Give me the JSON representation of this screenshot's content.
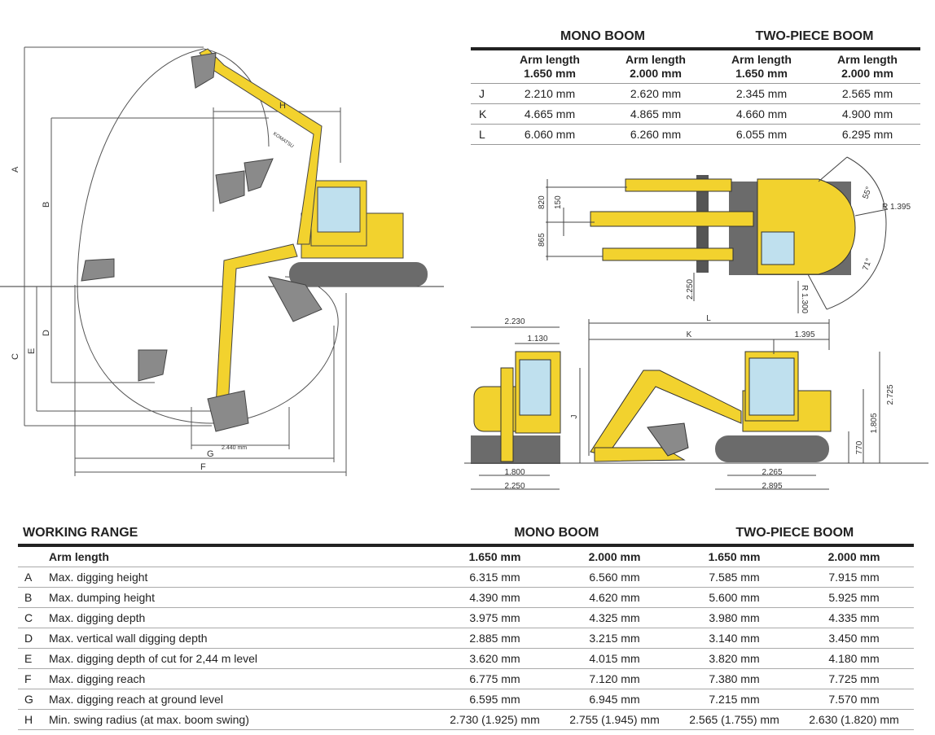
{
  "dimension_table": {
    "groups": [
      "MONO BOOM",
      "TWO-PIECE BOOM"
    ],
    "headers": [
      {
        "line1": "Arm length",
        "line2": "1.650 mm"
      },
      {
        "line1": "Arm length",
        "line2": "2.000 mm"
      },
      {
        "line1": "Arm length",
        "line2": "1.650 mm"
      },
      {
        "line1": "Arm length",
        "line2": "2.000 mm"
      }
    ],
    "rows": [
      {
        "letter": "J",
        "values": [
          "2.210 mm",
          "2.620 mm",
          "2.345 mm",
          "2.565 mm"
        ]
      },
      {
        "letter": "K",
        "values": [
          "4.665 mm",
          "4.865 mm",
          "4.660 mm",
          "4.900 mm"
        ]
      },
      {
        "letter": "L",
        "values": [
          "6.060 mm",
          "6.260 mm",
          "6.055 mm",
          "6.295 mm"
        ]
      }
    ]
  },
  "working_range_diagram": {
    "labels": {
      "A": "A",
      "B": "B",
      "C": "C",
      "D": "D",
      "E": "E",
      "F": "F",
      "G": "G",
      "H": "H"
    },
    "level_dim": "2.440 mm",
    "brand": "KOMATSU"
  },
  "top_view": {
    "dims": {
      "d820": "820",
      "d150": "150",
      "d865": "865",
      "d2250": "2.250",
      "r1395": "R 1.395",
      "r1300": "R 1.300",
      "a55": "55°",
      "a71": "71°"
    }
  },
  "side_views": {
    "dims": {
      "w2230": "2.230",
      "w1130": "1.130",
      "w1800": "1.800",
      "w2250": "2.250",
      "L": "L",
      "K": "K",
      "d1395": "1.395",
      "J": "J",
      "h2725": "2.725",
      "h1805": "1.805",
      "h770": "770",
      "t2265": "2.265",
      "t2895": "2.895"
    }
  },
  "working_range": {
    "title": "WORKING RANGE",
    "groups": [
      "MONO BOOM",
      "TWO-PIECE BOOM"
    ],
    "header": {
      "label": "Arm length",
      "values": [
        "1.650 mm",
        "2.000 mm",
        "1.650 mm",
        "2.000 mm"
      ]
    },
    "rows": [
      {
        "letter": "A",
        "label": "Max. digging height",
        "values": [
          "6.315 mm",
          "6.560 mm",
          "7.585 mm",
          "7.915 mm"
        ]
      },
      {
        "letter": "B",
        "label": "Max. dumping height",
        "values": [
          "4.390 mm",
          "4.620 mm",
          "5.600 mm",
          "5.925 mm"
        ]
      },
      {
        "letter": "C",
        "label": "Max. digging depth",
        "values": [
          "3.975 mm",
          "4.325 mm",
          "3.980 mm",
          "4.335 mm"
        ]
      },
      {
        "letter": "D",
        "label": "Max. vertical wall digging depth",
        "values": [
          "2.885 mm",
          "3.215 mm",
          "3.140 mm",
          "3.450 mm"
        ]
      },
      {
        "letter": "E",
        "label": "Max. digging depth of cut for 2,44 m level",
        "values": [
          "3.620 mm",
          "4.015 mm",
          "3.820 mm",
          "4.180 mm"
        ]
      },
      {
        "letter": "F",
        "label": "Max. digging reach",
        "values": [
          "6.775 mm",
          "7.120 mm",
          "7.380 mm",
          "7.725 mm"
        ]
      },
      {
        "letter": "G",
        "label": "Max. digging reach at ground level",
        "values": [
          "6.595 mm",
          "6.945 mm",
          "7.215 mm",
          "7.570 mm"
        ]
      },
      {
        "letter": "H",
        "label": "Min. swing radius (at max. boom swing)",
        "values": [
          "2.730 (1.925) mm",
          "2.755 (1.945) mm",
          "2.565 (1.755) mm",
          "2.630 (1.820) mm"
        ]
      }
    ]
  },
  "colors": {
    "machine_yellow": "#f2d22e",
    "track_gray": "#6b6b6b",
    "glass_blue": "#bfe0ee"
  }
}
